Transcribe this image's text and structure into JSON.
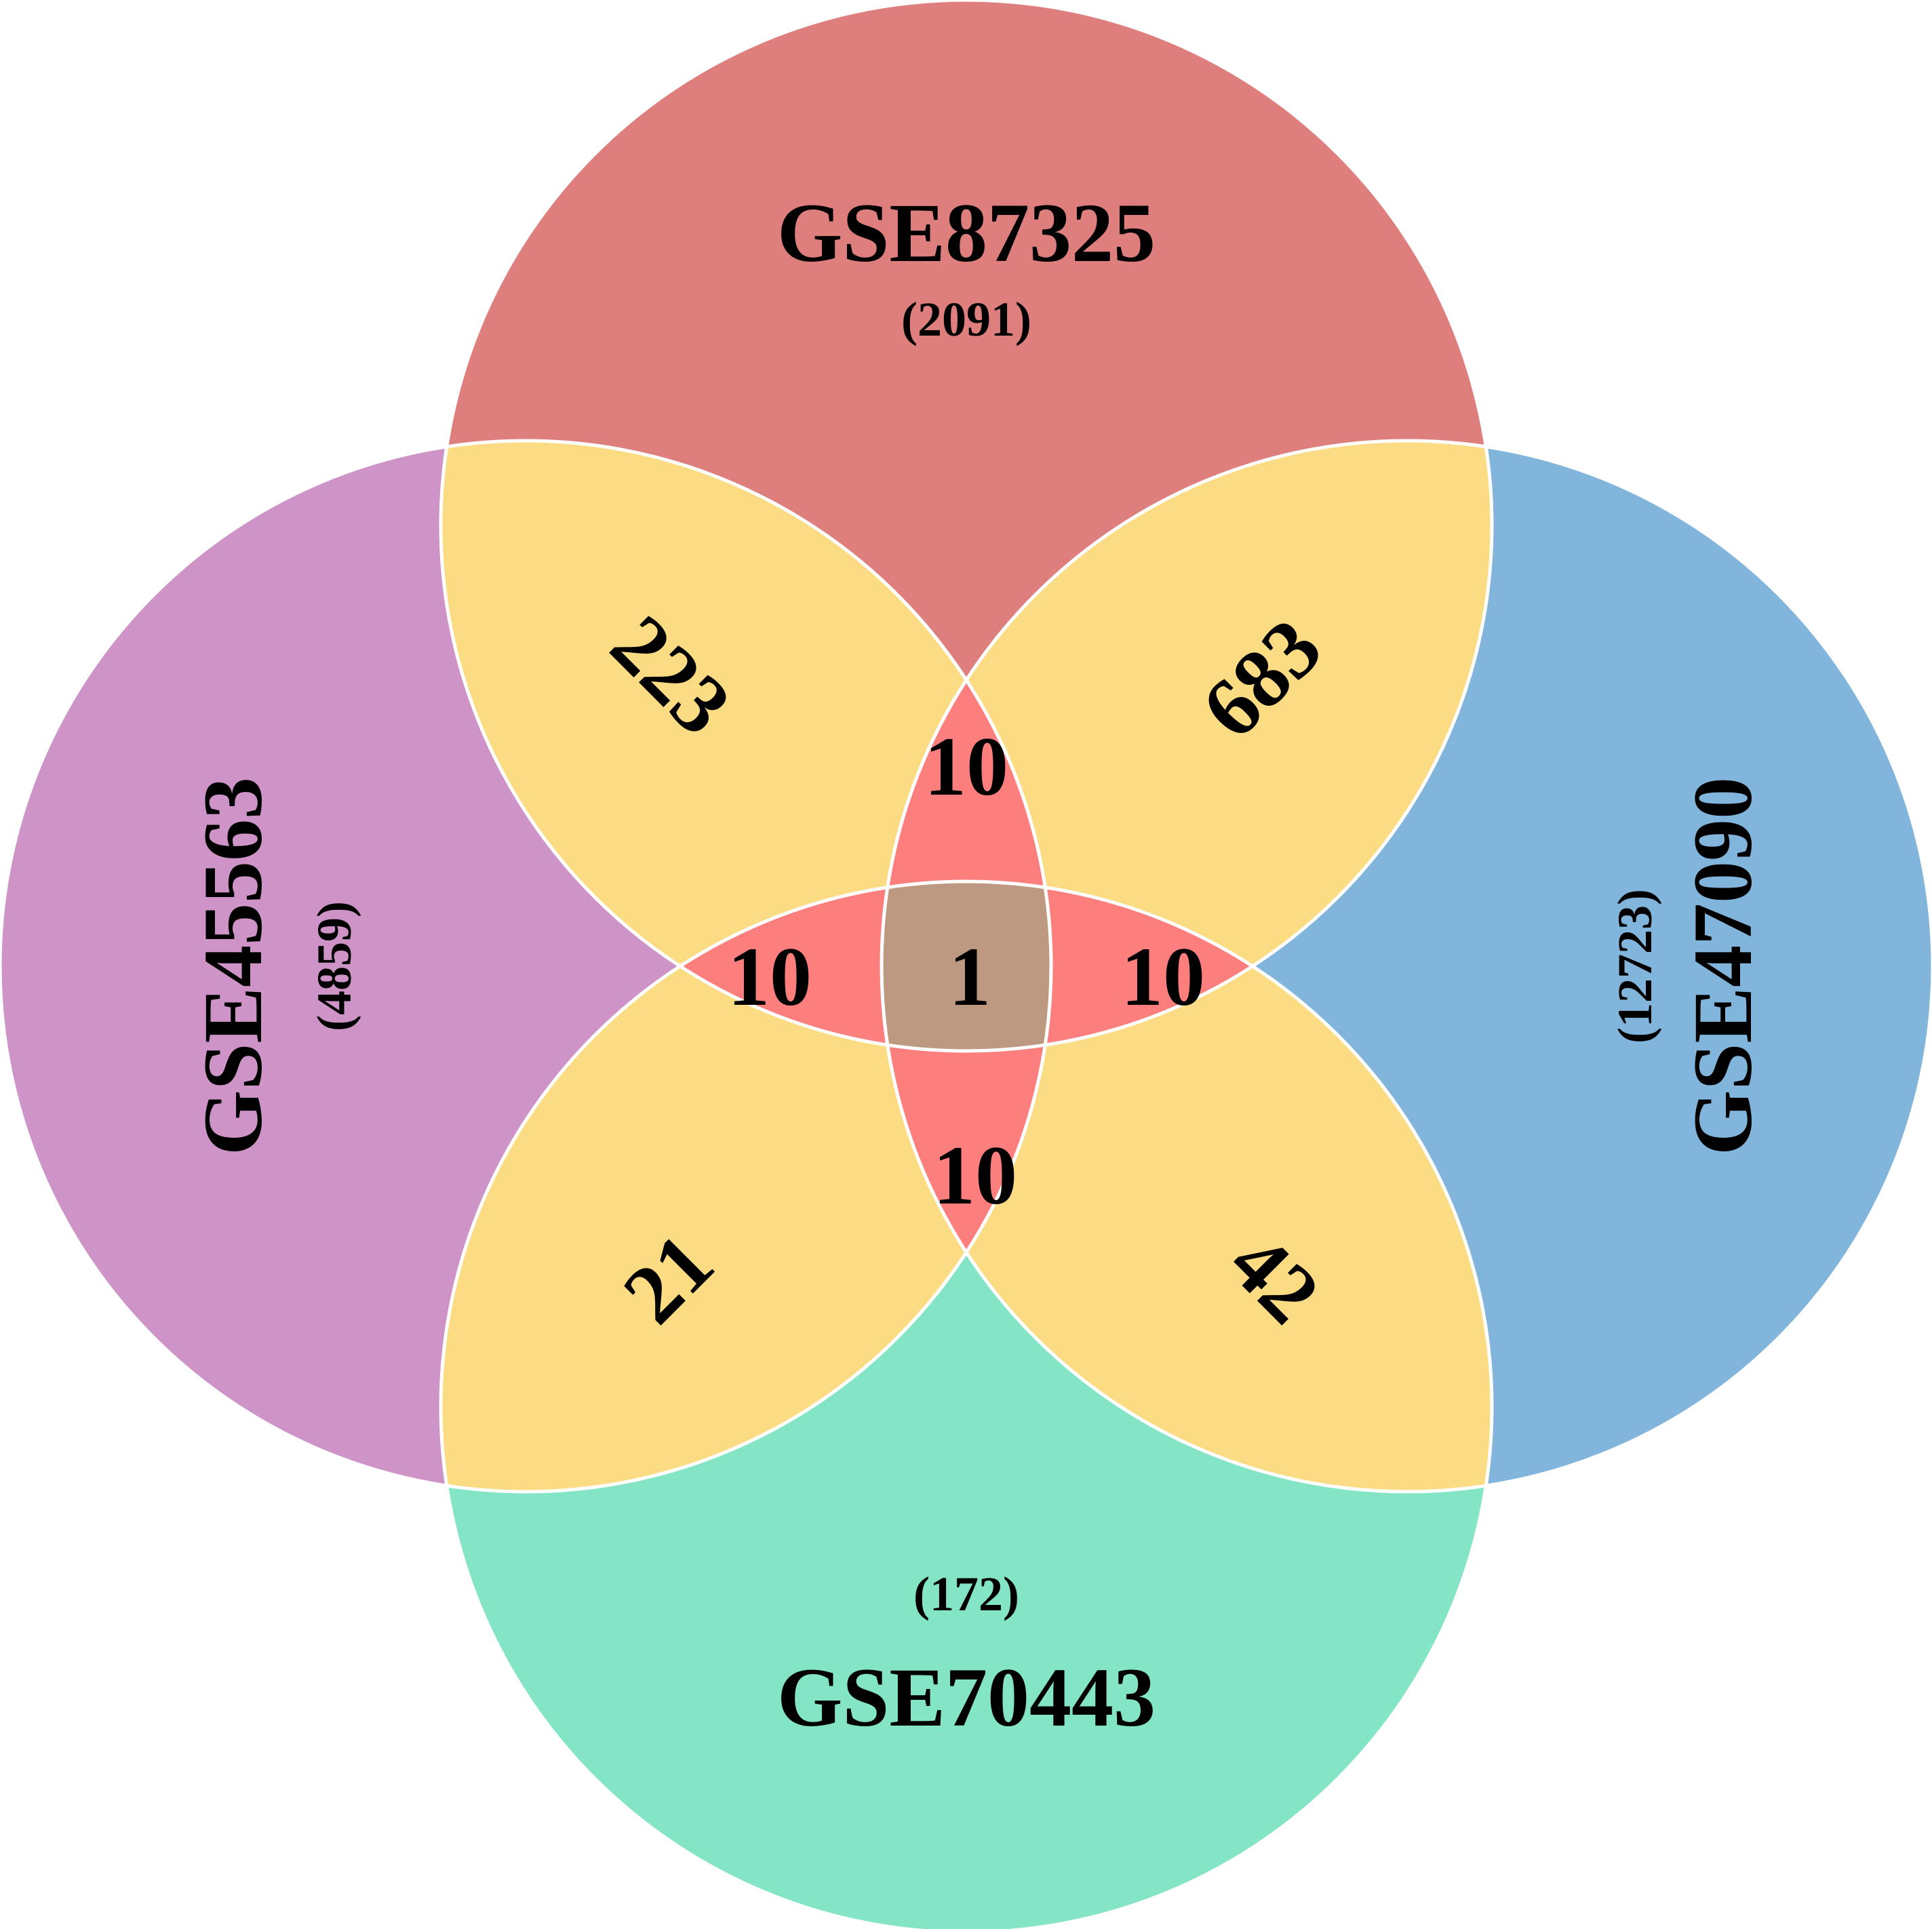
{
  "sets": {
    "top": {
      "name": "GSE87325",
      "count": "(2091)",
      "color": "#DE7F7E"
    },
    "left": {
      "name": "GSE45563",
      "count": "(4859)",
      "color": "#CE94C7"
    },
    "right": {
      "name": "GSE47090",
      "count": "(12723)",
      "color": "#82B5DC"
    },
    "bottom": {
      "name": "GSE70443",
      "count": "(172)",
      "color": "#83E5C6"
    }
  },
  "regions": {
    "top_left": "223",
    "top_right": "683",
    "bottom_left": "21",
    "bottom_right": "42",
    "inner_top": "10",
    "inner_left": "10",
    "inner_right": "10",
    "inner_bottom": "10",
    "center": "1"
  },
  "colors": {
    "pair_overlap": "#FCDC83",
    "triple_overlap": "#FC7F7E",
    "center": "#BD9981",
    "outline": "#ffffff"
  }
}
